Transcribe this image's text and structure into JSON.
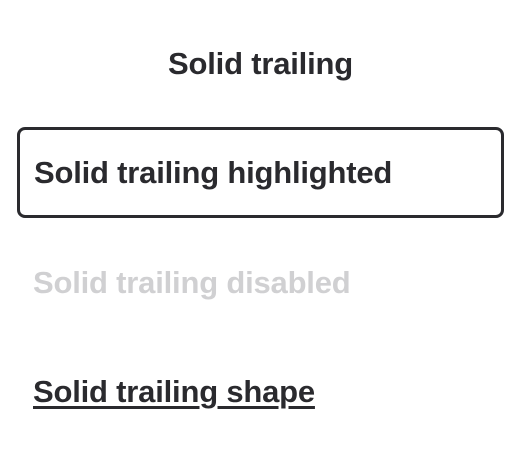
{
  "buttons": {
    "solid_trailing": "Solid trailing",
    "solid_trailing_highlighted": "Solid trailing highlighted",
    "solid_trailing_disabled": "Solid trailing disabled",
    "solid_trailing_shape": "Solid trailing shape"
  },
  "colors": {
    "text": "#2a2a2e",
    "disabled_text": "#d0d0d2",
    "background": "#ffffff"
  }
}
